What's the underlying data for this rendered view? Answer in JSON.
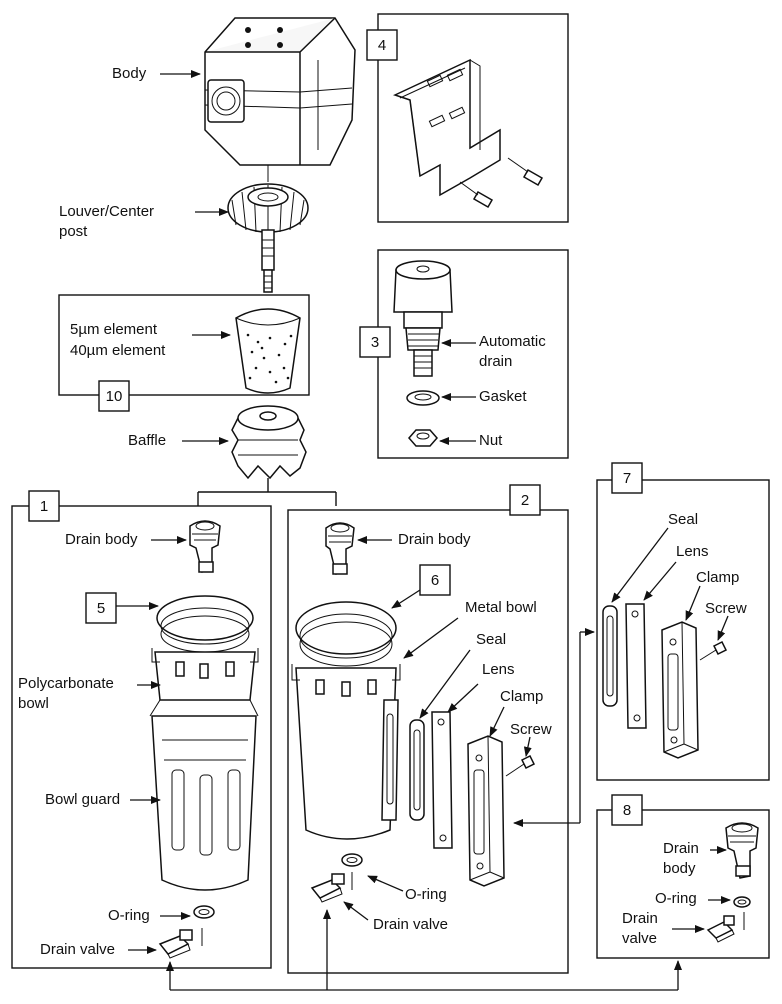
{
  "labels": {
    "body": "Body",
    "louver_line1": "Louver/Center",
    "louver_line2": "post",
    "element_5": "5µm element",
    "element_40": "40µm element",
    "baffle": "Baffle",
    "automatic_drain_line1": "Automatic",
    "automatic_drain_line2": "drain",
    "gasket": "Gasket",
    "nut": "Nut",
    "drain_body_kit1": "Drain body",
    "polycarbonate_line1": "Polycarbonate",
    "polycarbonate_line2": "bowl",
    "bowl_guard": "Bowl guard",
    "oring_kit1": "O-ring",
    "drain_valve_kit1": "Drain valve",
    "drain_body_kit2": "Drain body",
    "metal_bowl": "Metal bowl",
    "seal_kit2": "Seal",
    "lens_kit2": "Lens",
    "clamp_kit2": "Clamp",
    "screw_kit2": "Screw",
    "oring_kit2": "O-ring",
    "drain_valve_kit2": "Drain valve",
    "seal_kit7": "Seal",
    "lens_kit7": "Lens",
    "clamp_kit7": "Clamp",
    "screw_kit7": "Screw",
    "drain_body_kit8_line1": "Drain",
    "drain_body_kit8_line2": "body",
    "oring_kit8": "O-ring",
    "drain_valve_kit8_line1": "Drain",
    "drain_valve_kit8_line2": "valve"
  },
  "kit_numbers": {
    "k1": "1",
    "k2": "2",
    "k3": "3",
    "k4": "4",
    "k5": "5",
    "k6": "6",
    "k7": "7",
    "k8": "8",
    "k10": "10"
  },
  "icons": [
    "filter-body",
    "louver-center-post",
    "filter-element",
    "baffle",
    "mounting-bracket",
    "automatic-drain",
    "gasket",
    "nut",
    "drain-body",
    "polycarbonate-bowl",
    "bowl-guard",
    "metal-bowl",
    "sight-seal",
    "sight-lens",
    "clamp",
    "screw",
    "o-ring",
    "drain-valve"
  ]
}
